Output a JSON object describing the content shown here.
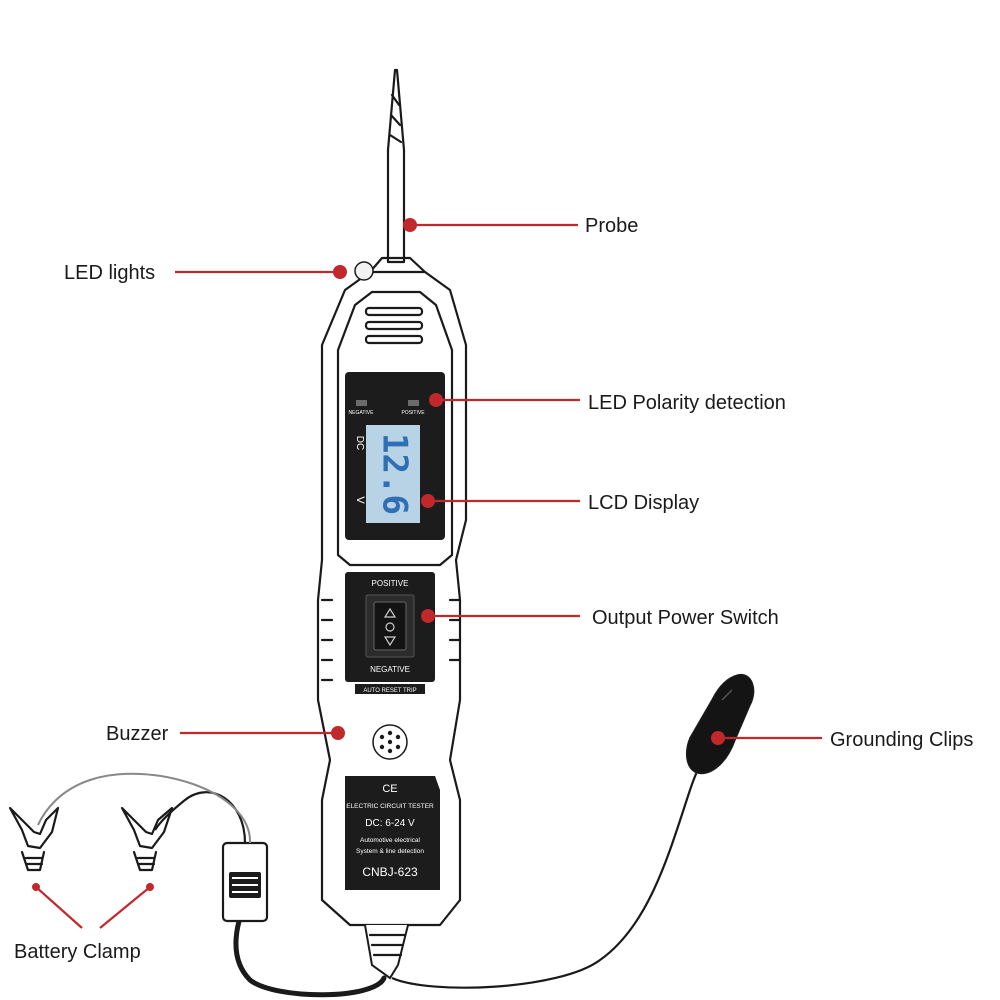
{
  "callouts": {
    "probe": "Probe",
    "led_lights": "LED lights",
    "led_polarity": "LED Polarity detection",
    "lcd_display": "LCD Display",
    "output_switch": "Output Power Switch",
    "buzzer": "Buzzer",
    "grounding_clips": "Grounding Clips",
    "battery_clamp": "Battery Clamp"
  },
  "device": {
    "lcd_reading": "12.6",
    "lcd_unit": "V",
    "lcd_mode": "DC",
    "led_left_label": "NEGATIVE",
    "led_right_label": "POSITIVE",
    "switch_top_label": "POSITIVE",
    "switch_bottom_label": "NEGATIVE",
    "auto_reset_label": "AUTO RESET TRIP",
    "label_cert": "CE",
    "label_title": "ELECTRIC CIRCUIT TESTER",
    "label_range": "DC: 6-24 V",
    "label_desc_1": "Automotive electrical",
    "label_desc_2": "System & line detection",
    "model": "CNBJ-623"
  },
  "colors": {
    "accent": "#c0282c",
    "ink": "#1a1a1a",
    "lcd_bg": "#b9d3e6",
    "lcd_digits": "#2f6fb4",
    "panel": "#1c1c1c"
  }
}
